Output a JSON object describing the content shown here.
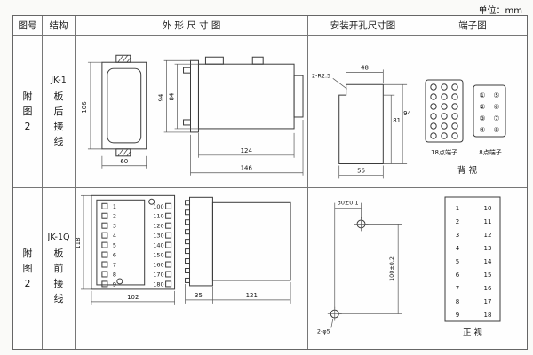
{
  "unit": "单位：mm",
  "headers": {
    "fig": "图号",
    "structure": "结构",
    "outline": "外 形 尺 寸 图",
    "install": "安装开孔尺寸图",
    "terminal": "端子图"
  },
  "row1": {
    "fig": [
      "附",
      "图",
      "2"
    ],
    "model": "JK-1",
    "struct": [
      "板",
      "后",
      "接",
      "线"
    ],
    "outline": {
      "d106": "106",
      "d84": "84",
      "d94": "94",
      "d60": "60",
      "d124": "124",
      "d146": "146"
    },
    "install": {
      "note": "2-R2.5",
      "d48": "48",
      "d81": "81",
      "d94": "94",
      "d56": "56"
    },
    "terminal": {
      "label18": "18点端子",
      "label8": "8点端子",
      "view": "背 视",
      "left8": [
        "①",
        "②",
        "③",
        "④"
      ],
      "right8": [
        "⑤",
        "⑥",
        "⑦",
        "⑧"
      ]
    }
  },
  "row2": {
    "fig": [
      "附",
      "图",
      "2"
    ],
    "model": "JK-1Q",
    "struct": [
      "板",
      "前",
      "接",
      "线"
    ],
    "outline": {
      "d118": "118",
      "d102": "102",
      "d35": "35",
      "d121": "121",
      "left": [
        "1",
        "2",
        "3",
        "4",
        "5",
        "6",
        "7",
        "8",
        "9"
      ],
      "right": [
        "100",
        "110",
        "120",
        "130",
        "140",
        "150",
        "160",
        "170",
        "180"
      ]
    },
    "install": {
      "d30": "30±0.1",
      "d100": "100±0.2",
      "holes": "2-φ5"
    },
    "terminal": {
      "left": [
        "1",
        "2",
        "3",
        "4",
        "5",
        "6",
        "7",
        "8",
        "9"
      ],
      "right": [
        "10",
        "11",
        "12",
        "13",
        "14",
        "15",
        "16",
        "17",
        "18"
      ],
      "view": "正 视"
    }
  }
}
